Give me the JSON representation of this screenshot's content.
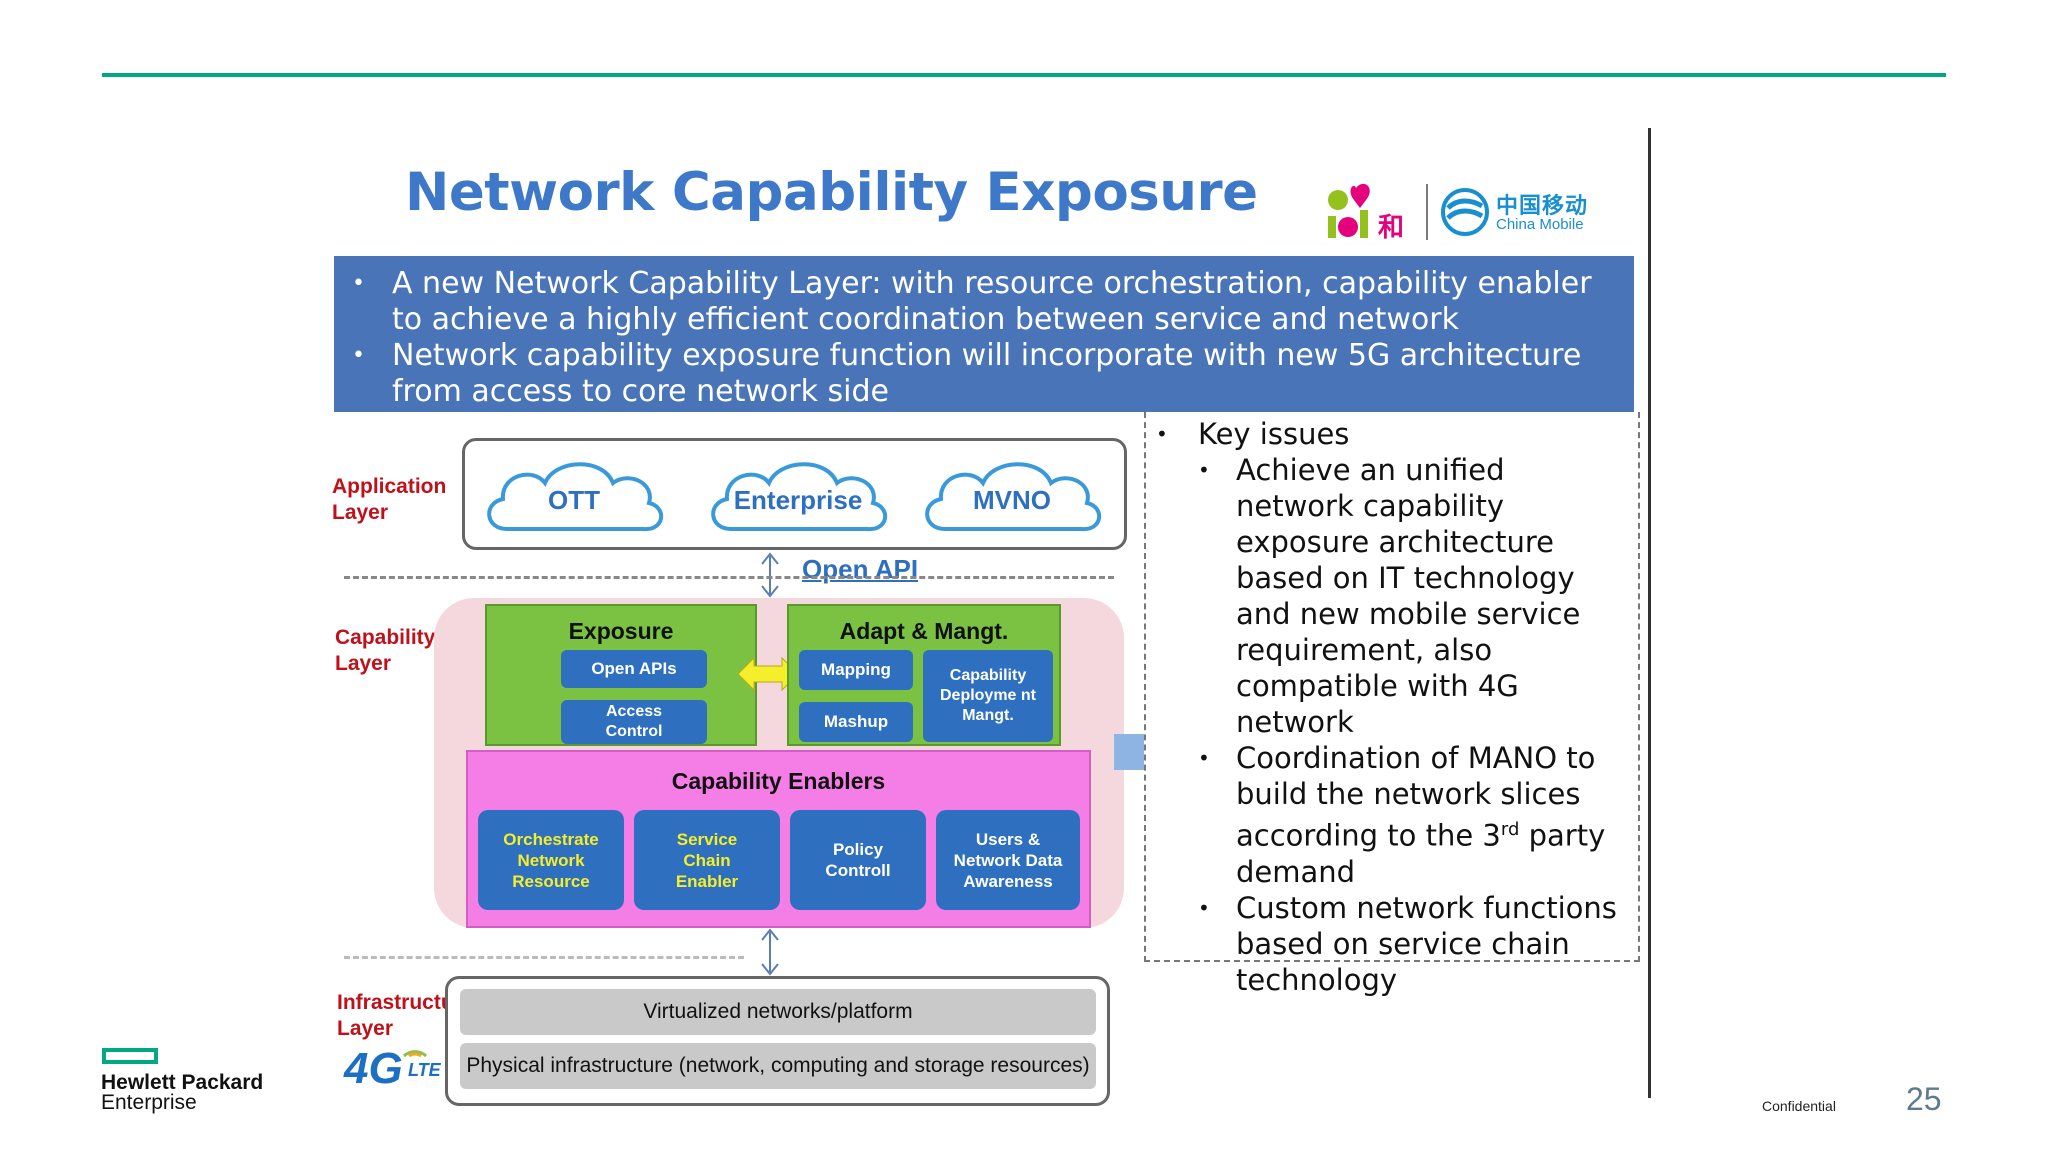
{
  "slide": {
    "title": "Network Capability Exposure",
    "logos": {
      "and_label": "和",
      "china_mobile_cn": "中国移动",
      "china_mobile_en": "China Mobile"
    },
    "banner_bullets": [
      "A new Network Capability Layer: with resource orchestration, capability enabler to achieve a highly efficient coordination between service and network",
      "Network capability exposure function will incorporate with new 5G architecture from access to core network side"
    ],
    "layers": {
      "application": "Application Layer",
      "capability": "Capability Layer",
      "infrastructure": "Infrastructure Layer"
    },
    "application_clouds": [
      "OTT",
      "Enterprise",
      "MVNO"
    ],
    "open_api": "Open API",
    "exposure": {
      "title": "Exposure",
      "items": [
        "Open APIs",
        "Access Control"
      ]
    },
    "adapt": {
      "title": "Adapt & Mangt.",
      "items": [
        "Mapping",
        "Mashup",
        "Capability Deployme nt Mangt."
      ]
    },
    "enablers": {
      "title": "Capability Enablers",
      "items": [
        "Orchestrate Network Resource",
        "Service Chain Enabler",
        "Policy Controll",
        "Users & Network Data Awareness"
      ]
    },
    "infrastructure": {
      "virtualized": "Virtualized networks/platform",
      "physical": "Physical infrastructure (network, computing and storage resources)"
    },
    "badge_4g": "4G",
    "badge_lte": "LTE",
    "key_issues": {
      "heading": "Key issues",
      "items": [
        "Achieve an unified network capability exposure architecture based on IT technology and new mobile service requirement, also compatible with 4G network",
        "Coordination of MANO to build the network slices according to the 3",
        "rd",
        " party demand",
        "Custom network functions based on service chain technology"
      ]
    }
  },
  "footer": {
    "company": "Hewlett Packard",
    "company_sub": "Enterprise",
    "confidential": "Confidential",
    "page_number": "25"
  },
  "colors": {
    "rule": "#01a982",
    "title": "#3e78c8",
    "banner": "#4a74b8",
    "layer_label": "#c0111a",
    "green": "#7cc242",
    "pink": "#f57ee6",
    "pill": "#2e6fc0"
  }
}
